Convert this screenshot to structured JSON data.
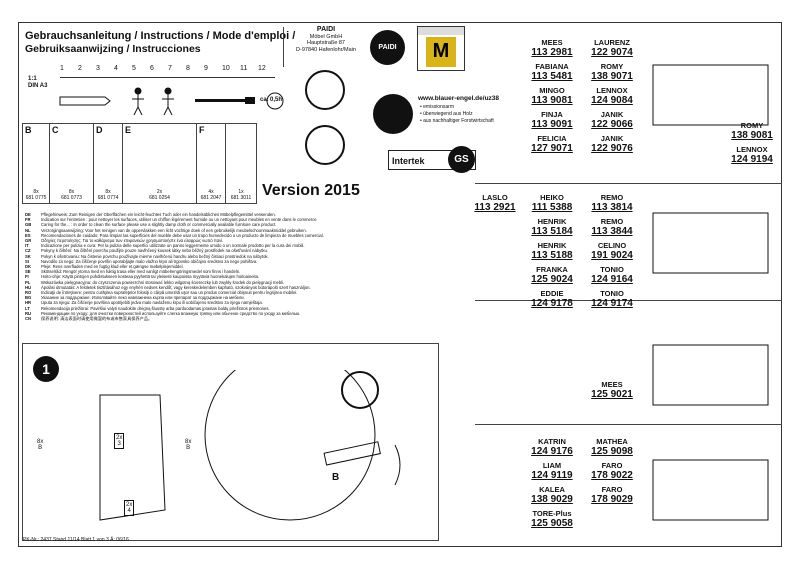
{
  "header": {
    "title_line1": "Gebrauchsanleitung / Instructions / Mode d'emploi /",
    "title_line2": "Gebruiksaanwijzing / Instrucciones"
  },
  "company": {
    "name": "PAIDI",
    "line1": "Möbel GmbH",
    "line2": "Hauptstraße 87",
    "line3": "D-97840 Hafenlohr/Main",
    "logo_text": "PAIDI"
  },
  "ruler": {
    "marks": [
      "1",
      "2",
      "3",
      "4",
      "5",
      "6",
      "7",
      "8",
      "9",
      "10",
      "11",
      "12"
    ],
    "din": "1:1\nDIN A3"
  },
  "time_label": "ca. 0,5h",
  "blauer_engel": {
    "url": "www.blauer-engel.de/uz38",
    "bullets": [
      "• emissionsarm",
      "• überwiegend aus Holz",
      "• aus nachhaltiger Forstwirtschaft"
    ]
  },
  "certs": {
    "intertek": "Intertek",
    "gs": "GS"
  },
  "version": "Version 2015",
  "parts": [
    {
      "label": "B",
      "qty": "8x\n681 0775"
    },
    {
      "label": "C",
      "qty": "8x\n681 0773"
    },
    {
      "label": "D",
      "qty": "8x\n681 0774"
    },
    {
      "label": "E",
      "qty": "2x\n681 0254"
    },
    {
      "label": "F",
      "qty": "4x\n681 2047"
    },
    {
      "label": "",
      "qty": "1x\n681 3011"
    }
  ],
  "warnings": [
    {
      "code": "DE",
      "text": "Pflegehinweis: Zum Reinigen der Oberflächen ein leicht-feuchtes Tuch oder ein handelsübliches Möbelpflegemittel verwenden."
    },
    {
      "code": "FR",
      "text": "Indication sur l'entretien : pour nettoyer les surfaces, utiliser un chiffon légèrement humide ou un nettoyant pour meubles en vente dans le commerce"
    },
    {
      "code": "GB",
      "text": "Caring for the... : In order to clean the surface please use a slightly damp cloth or commercially available furniture care product."
    },
    {
      "code": "NL",
      "text": "Verzorgingsaanwijzing: Voor het reinigen van de oppervlakken een licht vochtige doek of een gebruikelijk meubelschoonmaakmiddel gebruiken."
    },
    {
      "code": "ES",
      "text": "Recomendaciones de cuidado: Para limpiar las superficies del mueble debe usar un trapo humedecido o un producto de limpieza de muebles comercial."
    },
    {
      "code": "GR",
      "text": "Οδηγίες περιποίησης: Για το καθάρισμα των επιφανειών χρησιμοποιήστε ένα ελαφρώς νωπό πανί."
    },
    {
      "code": "IT",
      "text": "Indicazione per pulizia e cura: Per la pulizia delle superfici utilizzate un panno leggermente umido o un normale prodotto per la cura dei mobili."
    },
    {
      "code": "CZ",
      "text": "Pokyny k čištění: Na čištění povrchu použijte pouze navlhčený kousek látky nebo běžný prostředek na ošetřování nábytku."
    },
    {
      "code": "SK",
      "text": "Pokyn k ošetrovaniu: Na čistenie povrchu používajte mierne navlhčenú handru alebo bežný čistiaci prostriedok na nábytok."
    },
    {
      "code": "SI",
      "text": "Navodilo za nego: Za čiščenje površin uporabljajte malo vlažno krpo ali trgovsko običajno sredstvo za nego pohištva."
    },
    {
      "code": "DK",
      "text": "Pleje: Rens overfladen med en fugtig klud eller et gængse møbelplejemiddel."
    },
    {
      "code": "SE",
      "text": "Skötselråd: Rengör ytorna med en fuktig trasa eller med vanligt möbelrengöringsmedel som finns i handeln."
    },
    {
      "code": "FI",
      "text": "Hoito-ohje: Käytä pintojen puhdistukseen kosteaa pyyhettä tai yleisesti kaupoissa myytäviä huonekalujen hoitoaineita."
    },
    {
      "code": "PL",
      "text": "Wskazówka pielęgnacyjna: do czyszczenia powierzchni stosować lekko wilgotną ściereczkę lub zwykły środek do pielęgnacji mebli."
    },
    {
      "code": "HU",
      "text": "Ápolási útmutatás: A felületek tisztításához egy enyhén nedves kendőt, vagy kereskedelemben kapható, szokványos bútorápoló szert használjon."
    },
    {
      "code": "RO",
      "text": "Indicaţii de întreţinere: pentru curăţirea suprafeţelor folosiţi o cârpă umezită uşor sau un produs comercial obişnuit pentru îngrijirea mobilei."
    },
    {
      "code": "BG",
      "text": "Указание за поддържане: Използвайте леко навлажнена кърпа или препарат за поддържане на мебели."
    },
    {
      "code": "HR",
      "text": "Uputa za njegu: Za čišćenje površina upotrijebiti jedva malo navlaženu krpu ili uobičajeno sredstvo za njegu namještaja."
    },
    {
      "code": "LT",
      "text": "Rekomendacija priežiūrai: Paviršiui valyti naudokite drėgną šluostę arba parduodamas įprastas baldų priežiūros priemones."
    },
    {
      "code": "RU",
      "text": "Рекомендации по уходу: для очистки поверхностей используйте слегка влажную тряпку или обычное средство по уходу за мебелью."
    },
    {
      "code": "CN",
      "text": "保养说明: 清洁表面时请使用微湿的布或市售家具保养产品。"
    }
  ],
  "step": {
    "number": "1",
    "panel_labels": [
      "2x\n3",
      "8x\nB",
      "8x\nB",
      "2x\n4"
    ],
    "part_label": "B"
  },
  "footer": "PK-Nr.: 2437   Stand 11/14   Blatt 1 von 3   Ä: 06/16",
  "models": [
    {
      "name": "MEES",
      "code": "113 2981"
    },
    {
      "name": "LAURENZ",
      "code": "122 9074"
    },
    {
      "name": "FABIANA",
      "code": "113 5481"
    },
    {
      "name": "ROMY",
      "code": "138 9071"
    },
    {
      "name": "MINGO",
      "code": "113 9081"
    },
    {
      "name": "LENNOX",
      "code": "124 9084"
    },
    {
      "name": "FINJA",
      "code": "113 9091"
    },
    {
      "name": "JANIK",
      "code": "122 9066"
    },
    {
      "name": "FELICIA",
      "code": "127 9071"
    },
    {
      "name": "JANIK",
      "code": "122 9076"
    },
    {
      "name": "ROMY",
      "code": "138 9081"
    },
    {
      "name": "LENNOX",
      "code": "124 9194"
    },
    {
      "name": "LASLO",
      "code": "113 2921"
    },
    {
      "name": "HEIKO",
      "code": "111 5388"
    },
    {
      "name": "REMO",
      "code": "113 3814"
    },
    {
      "name": "HENRIK",
      "code": "113 5184"
    },
    {
      "name": "REMO",
      "code": "113 3844"
    },
    {
      "name": "HENRIK",
      "code": "113 5188"
    },
    {
      "name": "CELINO",
      "code": "191 9024"
    },
    {
      "name": "FRANKA",
      "code": "125 9024"
    },
    {
      "name": "TONIO",
      "code": "124 9164"
    },
    {
      "name": "EDDIE",
      "code": "124 9178"
    },
    {
      "name": "TONIO",
      "code": "124 9174"
    },
    {
      "name": "MEES",
      "code": "125 9021"
    },
    {
      "name": "KATRIN",
      "code": "124 9176"
    },
    {
      "name": "MATHEA",
      "code": "125 9098"
    },
    {
      "name": "LIAM",
      "code": "124 9119"
    },
    {
      "name": "FARO",
      "code": "178 9022"
    },
    {
      "name": "KALEA",
      "code": "138 9029"
    },
    {
      "name": "FARO",
      "code": "178 9029"
    },
    {
      "name": "TORE-Plus",
      "code": "125 9058"
    }
  ]
}
